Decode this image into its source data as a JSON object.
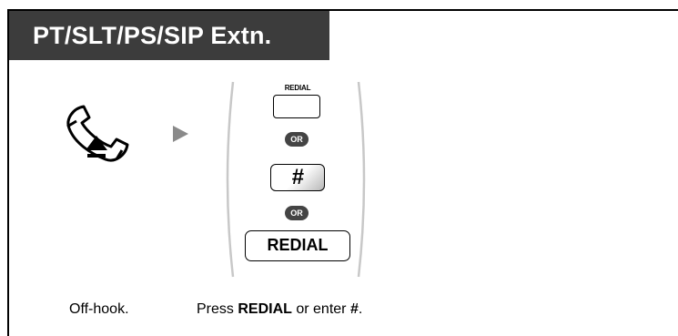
{
  "header": {
    "title": "PT/SLT/PS/SIP Extn."
  },
  "icons": {
    "handset": "off-hook-handset-icon",
    "arrow": "step-arrow-icon"
  },
  "keys": {
    "small_button_label": "REDIAL",
    "or_1": "OR",
    "hash_label": "#",
    "or_2": "OR",
    "redial_label": "REDIAL"
  },
  "captions": {
    "step1": "Off-hook.",
    "step2_pre": "Press ",
    "step2_bold1": "REDIAL",
    "step2_mid": " or enter ",
    "step2_bold2": "#",
    "step2_post": "."
  },
  "colors": {
    "header_bg": "#3c3c3c",
    "header_text": "#ffffff",
    "arrow": "#8a8a8a",
    "or_badge": "#444444"
  }
}
